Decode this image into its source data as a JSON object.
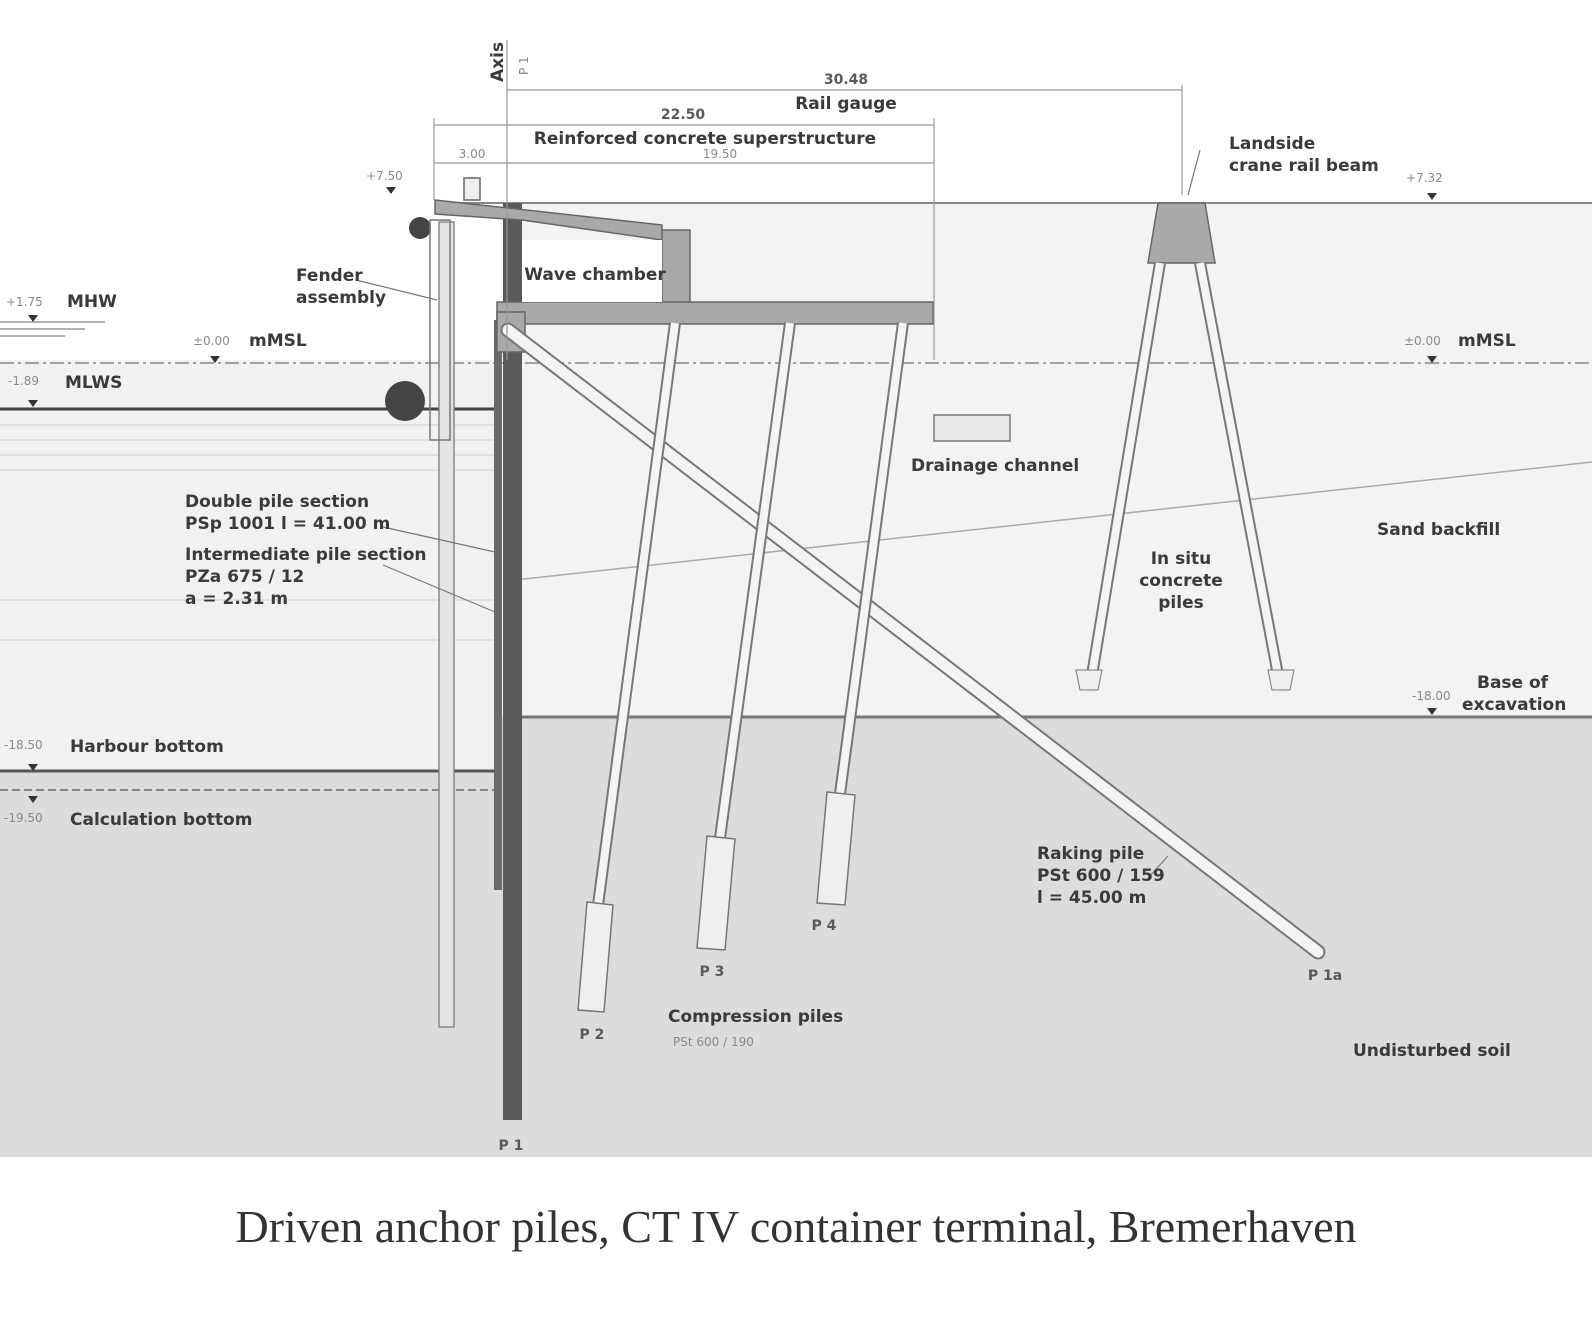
{
  "caption": "Driven anchor piles, CT IV container terminal, Bremerhaven",
  "dimensions": {
    "axis": "Axis",
    "axis_ref": "P 1",
    "rail_gauge_value": "30.48",
    "rail_gauge": "Rail gauge",
    "superstructure_value": "22.50",
    "superstructure": "Reinforced concrete superstructure",
    "sub_left": "3.00",
    "sub_right": "19.50"
  },
  "levels": {
    "top_left": "+7.50",
    "top_right": "+7.32",
    "mhw_value": "+1.75",
    "mhw": "MHW",
    "mmsl_left_value": "±0.00",
    "mmsl_left": "mMSL",
    "mmsl_right_value": "±0.00",
    "mmsl_right": "mMSL",
    "mlws_value": "-1.89",
    "mlws": "MLWS",
    "harbour_value": "-18.50",
    "harbour": "Harbour bottom",
    "calc_value": "-19.50",
    "calc": "Calculation bottom",
    "excavation_value": "-18.00",
    "excavation_1": "Base of",
    "excavation_2": "excavation"
  },
  "labels": {
    "landside_1": "Landside",
    "landside_2": "crane rail beam",
    "fender_1": "Fender",
    "fender_2": "assembly",
    "wave_chamber": "Wave chamber",
    "drainage": "Drainage channel",
    "double_pile_1": "Double pile section",
    "double_pile_2": "PSp 1001 l = 41.00 m",
    "inter_pile_1": "Intermediate pile section",
    "inter_pile_2": "PZa 675 / 12",
    "inter_pile_3": "a = 2.31 m",
    "in_situ_1": "In situ",
    "in_situ_2": "concrete",
    "in_situ_3": "piles",
    "sand_backfill": "Sand backfill",
    "raking_1": "Raking pile",
    "raking_2": "PSt 600 / 159",
    "raking_3": "l = 45.00 m",
    "compression": "Compression piles",
    "compression_spec": "PSt 600 / 190",
    "undisturbed": "Undisturbed soil"
  },
  "piles": {
    "p1": "P 1",
    "p1a": "P 1a",
    "p2": "P 2",
    "p3": "P 3",
    "p4": "P 4"
  },
  "colors": {
    "soil": "#dcdcdc",
    "concrete": "#a9a9a9",
    "sheet_pile": "#5a5a5a",
    "line": "#555555"
  }
}
